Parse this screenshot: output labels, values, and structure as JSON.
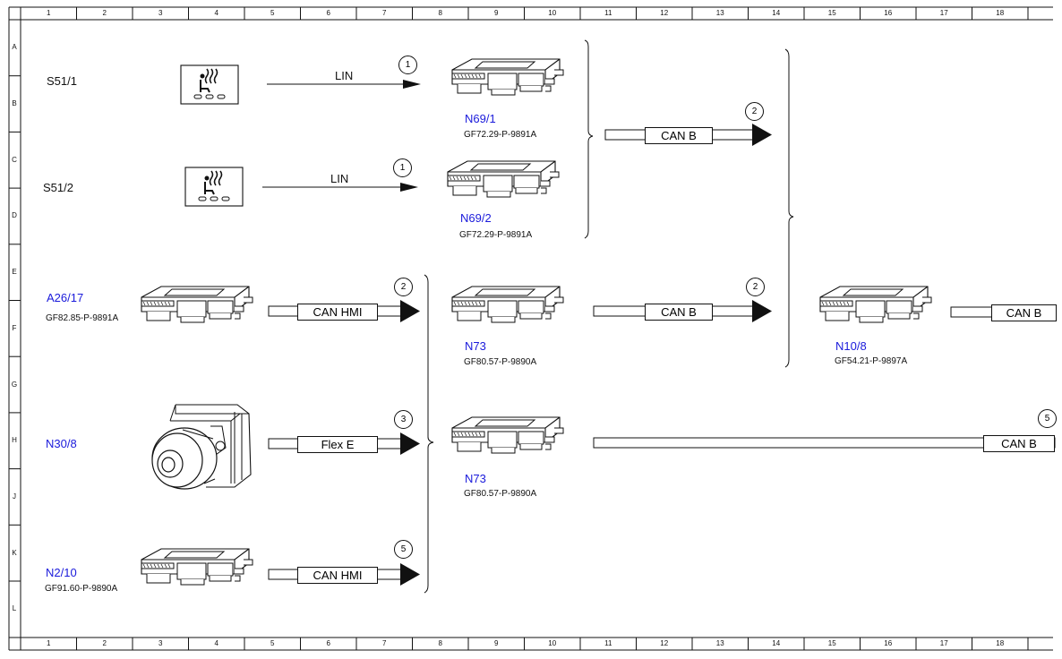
{
  "columns": [
    "1",
    "2",
    "3",
    "4",
    "5",
    "6",
    "7",
    "8",
    "9",
    "10",
    "11",
    "12",
    "13",
    "14",
    "15",
    "16",
    "17",
    "18"
  ],
  "rows": [
    "A",
    "B",
    "C",
    "D",
    "E",
    "F",
    "G",
    "H",
    "J",
    "K",
    "L"
  ],
  "components": {
    "s51_1": {
      "id": "S51/1"
    },
    "s51_2": {
      "id": "S51/2"
    },
    "n69_1": {
      "id": "N69/1",
      "part": "GF72.29-P-9891A"
    },
    "n69_2": {
      "id": "N69/2",
      "part": "GF72.29-P-9891A"
    },
    "a26_17": {
      "id": "A26/17",
      "part": "GF82.85-P-9891A"
    },
    "n73_a": {
      "id": "N73",
      "part": "GF80.57-P-9890A"
    },
    "n10_8": {
      "id": "N10/8",
      "part": "GF54.21-P-9897A"
    },
    "n30_8": {
      "id": "N30/8"
    },
    "n73_b": {
      "id": "N73",
      "part": "GF80.57-P-9890A"
    },
    "n2_10": {
      "id": "N2/10",
      "part": "GF91.60-P-9890A"
    }
  },
  "connections": {
    "lin1": {
      "bus": "LIN",
      "ref": "1"
    },
    "lin2": {
      "bus": "LIN",
      "ref": "1"
    },
    "canb_top": {
      "bus": "CAN B",
      "ref": "2"
    },
    "canhmi_a26": {
      "bus": "CAN HMI",
      "ref": "2"
    },
    "canb_n73": {
      "bus": "CAN B",
      "ref": "2"
    },
    "canb_n10": {
      "bus": "CAN B"
    },
    "flexe": {
      "bus": "Flex E",
      "ref": "3"
    },
    "canb_long": {
      "bus": "CAN B",
      "ref": "5"
    },
    "canhmi_n2": {
      "bus": "CAN HMI",
      "ref": "5"
    }
  },
  "colors": {
    "component_id": "#1a1adb",
    "line": "#111111",
    "background": "#ffffff"
  },
  "icons": {
    "seat_switch": "seat-heater-switch-icon",
    "control_unit": "control-unit-icon",
    "camera": "camera-module-icon"
  }
}
